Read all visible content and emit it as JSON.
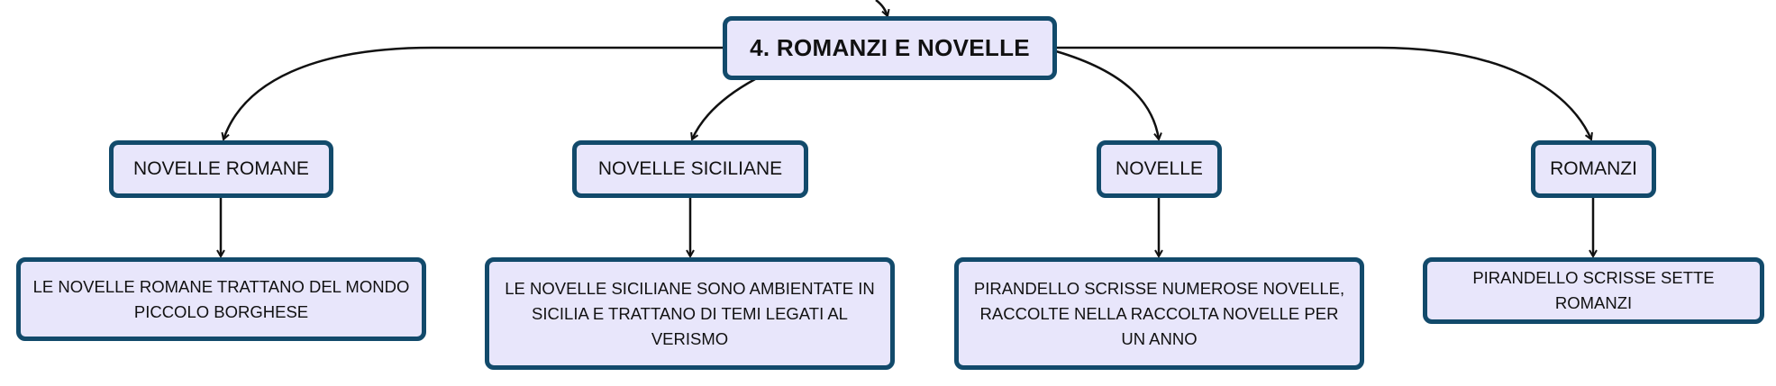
{
  "root": {
    "label": "4. ROMANZI E NOVELLE"
  },
  "categories": [
    {
      "label": "NOVELLE ROMANE",
      "detail": "LE NOVELLE ROMANE TRATTANO DEL MONDO PICCOLO BORGHESE"
    },
    {
      "label": "NOVELLE SICILIANE",
      "detail": "LE NOVELLE SICILIANE SONO AMBIENTATE IN SICILIA E TRATTANO DI TEMI LEGATI AL VERISMO"
    },
    {
      "label": "NOVELLE",
      "detail": "PIRANDELLO SCRISSE NUMEROSE NOVELLE, RACCOLTE NELLA RACCOLTA NOVELLE PER UN ANNO"
    },
    {
      "label": "ROMANZI",
      "detail": "PIRANDELLO SCRISSE SETTE ROMANZI"
    }
  ],
  "colors": {
    "node_fill": "#e8e6fb",
    "node_border": "#124a6b",
    "edge": "#111111"
  }
}
